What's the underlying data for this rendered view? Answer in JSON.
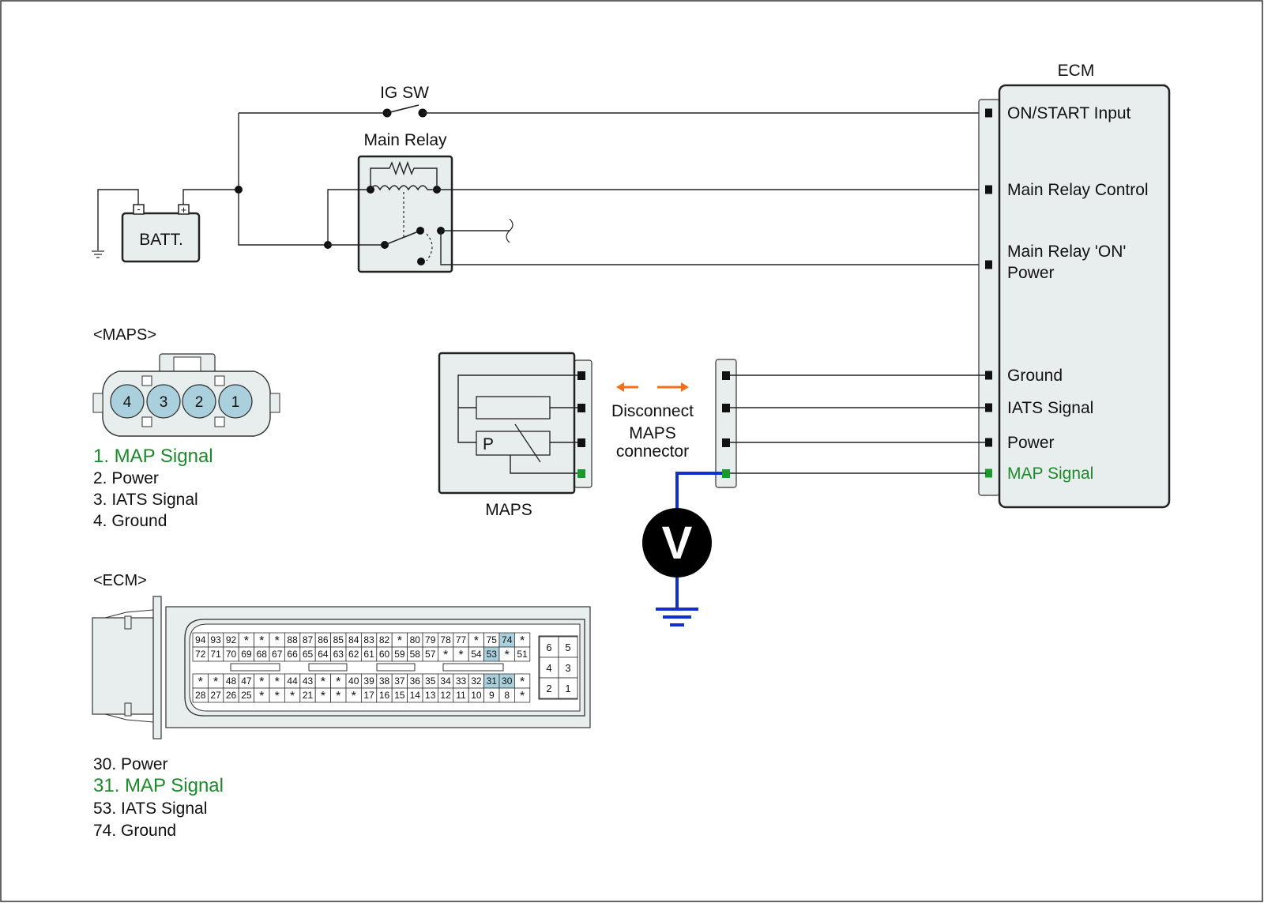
{
  "colors": {
    "signal": "#1a8a2a",
    "meter_wire": "#1030d0",
    "arrow": "#f07020",
    "pin_highlight": "#a9d0dc",
    "box_fill": "#e8eeee"
  },
  "labels": {
    "ig_sw": "IG SW",
    "main_relay": "Main Relay",
    "batt": "BATT.",
    "batt_minus": "-",
    "batt_plus": "+",
    "ecm_title": "ECM",
    "maps_component": "MAPS",
    "maps_p": "P",
    "meter": "V",
    "disconnect": [
      "Disconnect",
      "MAPS",
      "connector"
    ]
  },
  "ecm_pins": [
    {
      "label": "ON/START Input"
    },
    {
      "label": "Main Relay Control"
    },
    {
      "label": "Main Relay 'ON'",
      "label2": "Power"
    },
    {
      "label": "Ground"
    },
    {
      "label": "IATS Signal"
    },
    {
      "label": "Power"
    },
    {
      "label": "MAP Signal",
      "highlight": true
    }
  ],
  "maps_connector": {
    "title": "<MAPS>",
    "pins": [
      "4",
      "3",
      "2",
      "1"
    ],
    "legend": [
      {
        "text": "1. MAP Signal",
        "highlight": true
      },
      {
        "text": "2. Power"
      },
      {
        "text": "3. IATS Signal"
      },
      {
        "text": "4. Ground"
      }
    ]
  },
  "ecm_connector": {
    "title": "<ECM>",
    "rows": [
      [
        "94",
        "93",
        "92",
        "*",
        "*",
        "*",
        "88",
        "87",
        "86",
        "85",
        "84",
        "83",
        "82",
        "*",
        "80",
        "79",
        "78",
        "77",
        "*",
        "75",
        "74",
        "*"
      ],
      [
        "72",
        "71",
        "70",
        "69",
        "68",
        "67",
        "66",
        "65",
        "64",
        "63",
        "62",
        "61",
        "60",
        "59",
        "58",
        "57",
        "*",
        "*",
        "54",
        "53",
        "*",
        "51"
      ],
      [
        "*",
        "*",
        "48",
        "47",
        "*",
        "*",
        "44",
        "43",
        "*",
        "*",
        "40",
        "39",
        "38",
        "37",
        "36",
        "35",
        "34",
        "33",
        "32",
        "31",
        "30",
        "*"
      ],
      [
        "28",
        "27",
        "26",
        "25",
        "*",
        "*",
        "*",
        "21",
        "*",
        "*",
        "*",
        "17",
        "16",
        "15",
        "14",
        "13",
        "12",
        "11",
        "10",
        "9",
        "8",
        "*"
      ]
    ],
    "highlighted": [
      "74",
      "53",
      "31",
      "30"
    ],
    "side_pins": [
      [
        "6",
        "5"
      ],
      [
        "4",
        "3"
      ],
      [
        "2",
        "1"
      ]
    ],
    "legend": [
      {
        "text": "30. Power"
      },
      {
        "text": "31. MAP Signal",
        "highlight": true
      },
      {
        "text": "53. IATS Signal"
      },
      {
        "text": "74. Ground"
      }
    ]
  }
}
